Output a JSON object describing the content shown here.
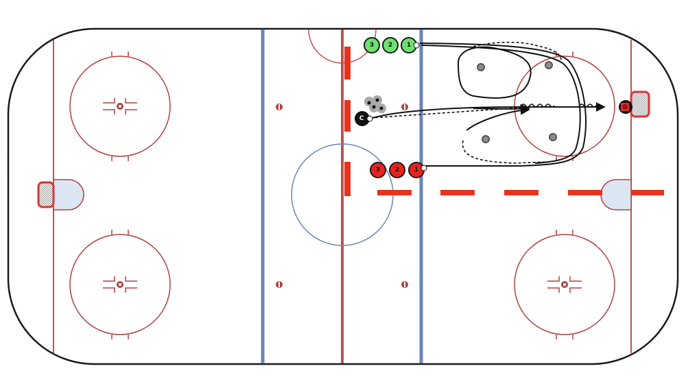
{
  "diagram": {
    "colors": {
      "background": "#ffffff",
      "boards": "#1a1a1a",
      "red_line": "#c0504d",
      "blue_line": "#6a85b8",
      "faceoff": "#b0413e",
      "crease": "#dce6f2",
      "team_green": "#6ee06e",
      "team_red": "#e8231e",
      "coach": "#111111",
      "pylon": "#8c8c8c",
      "barrier": "#e8321e"
    },
    "team_green": {
      "players": [
        "3",
        "2",
        "1"
      ],
      "icon": "player-circle-icon"
    },
    "team_red": {
      "players": [
        "3",
        "2",
        "1"
      ],
      "icon": "player-circle-icon"
    },
    "coach": {
      "label": "C",
      "icon": "coach-circle-icon"
    },
    "goalie": {
      "label": "G",
      "icon": "goalie-circle-icon"
    },
    "pucks": {
      "icon": "puck-pile-icon"
    },
    "pylons": {
      "count": 4,
      "icon": "pylon-icon"
    },
    "barriers": {
      "icon": "barrier-bar-icon"
    }
  }
}
